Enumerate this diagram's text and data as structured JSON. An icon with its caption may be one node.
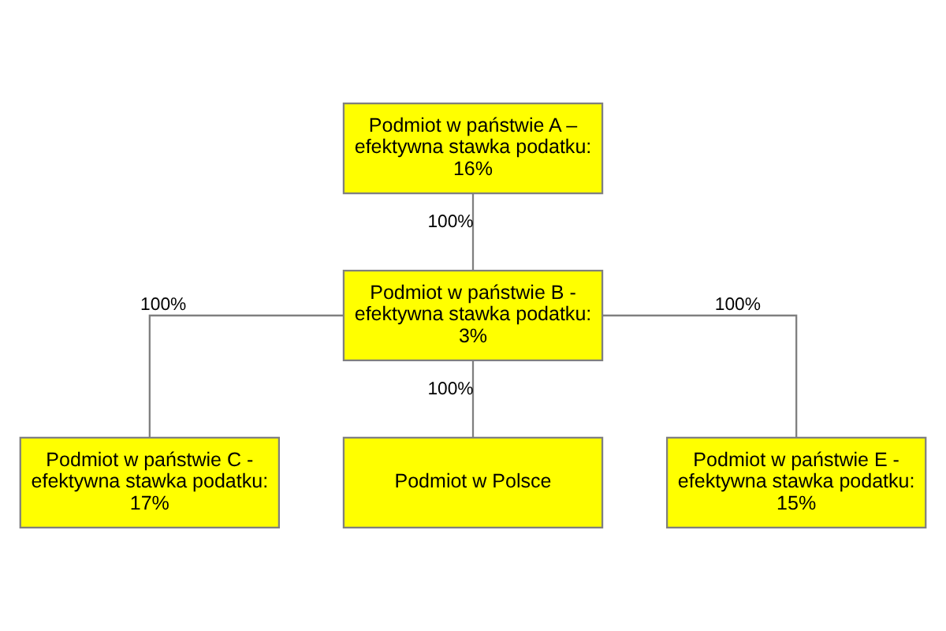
{
  "diagram": {
    "nodes": [
      {
        "text": [
          "Podmiot w państwie A – efektywna stawka podatku: 16%"
        ]
      },
      {
        "text": [
          "Podmiot w państwie B - efektywna stawka podatku: 3%"
        ]
      },
      {
        "text": [
          "Podmiot w państwie C - efektywna stawka podatku: 17%"
        ]
      },
      {
        "text": [
          "Podmiot w Polsce"
        ]
      },
      {
        "text": [
          "Podmiot w państwie E - efektywna stawka podatku: 15%"
        ]
      }
    ],
    "edges": [
      {
        "from": 0,
        "to": 1,
        "arrow": "none",
        "label": "100%"
      },
      {
        "from": 1,
        "to": 2,
        "arrow": "none",
        "label": "100%"
      },
      {
        "from": 1,
        "to": 3,
        "arrow": "none",
        "label": "100%"
      },
      {
        "from": 1,
        "to": 4,
        "arrow": "none",
        "label": "100%"
      }
    ]
  }
}
